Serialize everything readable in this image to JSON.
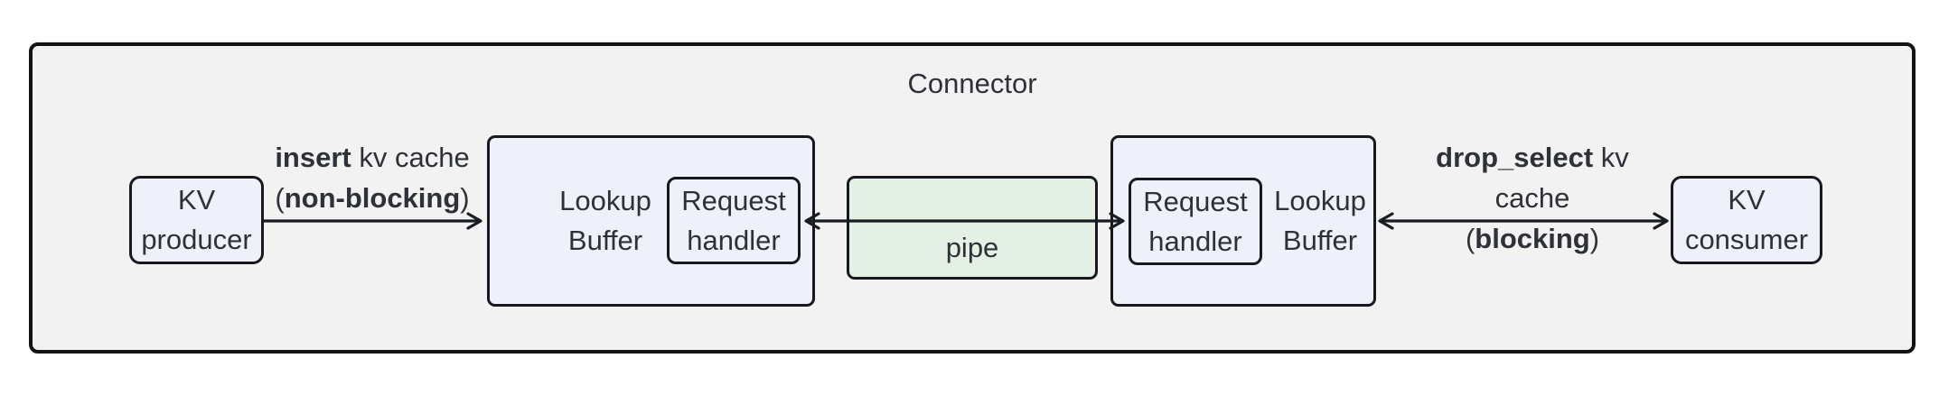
{
  "connector": {
    "title": "Connector"
  },
  "boxes": {
    "kv_producer": {
      "line1": "KV",
      "line2": "producer"
    },
    "lookup_buffer_left": {
      "line1": "Lookup",
      "line2": "Buffer"
    },
    "request_handler_left": {
      "line1": "Request",
      "line2": "handler"
    },
    "pipe": {
      "label": "pipe"
    },
    "request_handler_right": {
      "line1": "Request",
      "line2": "handler"
    },
    "lookup_buffer_right": {
      "line1": "Lookup",
      "line2": "Buffer"
    },
    "kv_consumer": {
      "line1": "KV",
      "line2": "consumer"
    }
  },
  "arrows": {
    "insert": {
      "line1_bold": "insert",
      "line1_rest": " kv cache",
      "line2_pre": "(",
      "line2_bold": "non-blocking",
      "line2_post": ")"
    },
    "drop_select": {
      "line1_bold": "drop_select",
      "line1_rest": " kv cache",
      "line2_pre": "(",
      "line2_bold": "blocking",
      "line2_post": ")"
    }
  },
  "colors": {
    "canvas_bg": "#ffffff",
    "container_fill": "#f2f2f2",
    "container_border": "#141414",
    "node_fill": "#eef1fa",
    "node_border": "#17191f",
    "pipe_fill": "#e3f0e3",
    "text": "#2e3138",
    "arrow": "#191c22"
  }
}
